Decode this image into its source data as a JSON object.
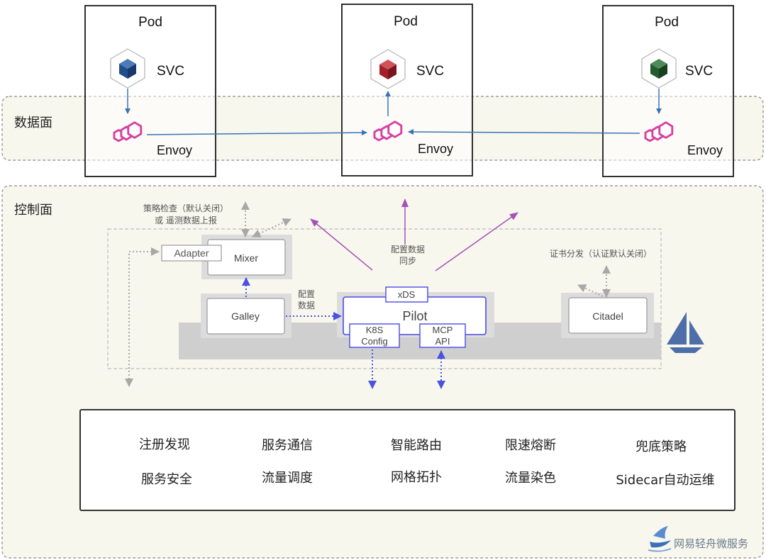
{
  "planes": {
    "data_plane_label": "数据面",
    "control_plane_label": "控制面"
  },
  "pods": [
    {
      "title": "Pod",
      "svc_label": "SVC",
      "envoy_label": "Envoy",
      "cube_color": "#1f4e8c"
    },
    {
      "title": "Pod",
      "svc_label": "SVC",
      "envoy_label": "Envoy",
      "cube_color": "#a3202a"
    },
    {
      "title": "Pod",
      "svc_label": "SVC",
      "envoy_label": "Envoy",
      "cube_color": "#245c2f"
    }
  ],
  "control": {
    "mixer": "Mixer",
    "adapter": "Adapter",
    "galley": "Galley",
    "pilot": "Pilot",
    "xds": "xDS",
    "k8s_line1": "K8S",
    "k8s_line2": "Config",
    "mcp_line1": "MCP",
    "mcp_line2": "API",
    "citadel": "Citadel",
    "policy_line1": "策略检查（默认关闭）",
    "policy_line2": "或 遥测数据上报",
    "config_sync_line1": "配置数据",
    "config_sync_line2": "同步",
    "config_data_line1": "配置",
    "config_data_line2": "数据",
    "cert_label": "证书分发（认证默认关闭）"
  },
  "features": [
    [
      "注册发现",
      "服务通信",
      "智能路由",
      "限速熔断",
      "兜底策略"
    ],
    [
      "服务安全",
      "流量调度",
      "网格拓扑",
      "流量染色",
      "Sidecar自动运维"
    ]
  ],
  "brand": {
    "name": "网易轻舟微服务"
  },
  "colors": {
    "envoy": "#d6409f",
    "flow": "#3a74b4",
    "sync": "#a552b5",
    "pilot": "#4a4ae6",
    "dotted_blue": "#4a52e0",
    "grey_arrow": "#a8a8a8"
  }
}
